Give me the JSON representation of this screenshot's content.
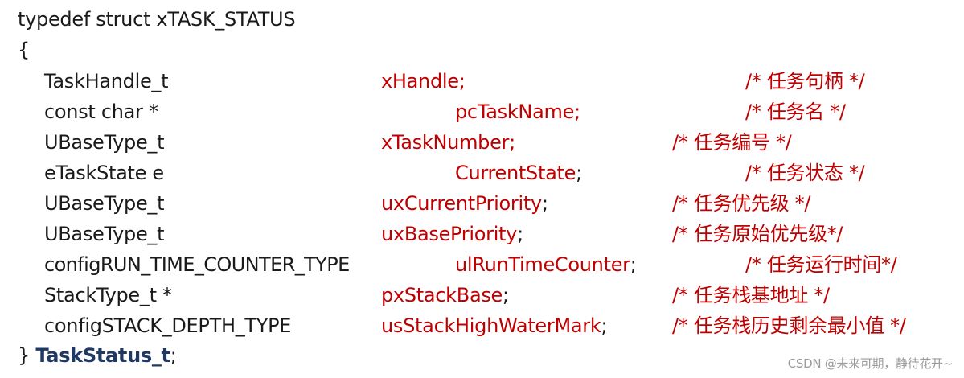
{
  "header_line": "typedef struct xTASK_STATUS",
  "open_brace": "{",
  "fields": [
    {
      "type": "TaskHandle_t",
      "name": "xHandle",
      "semi": ";",
      "comment": "/* 任务句柄 */"
    },
    {
      "type": "const char *",
      "name": "pcTaskName",
      "semi": ";",
      "comment": "/* 任务名 */"
    },
    {
      "type": "UBaseType_t",
      "name": "xTaskNumber",
      "semi": ";",
      "comment": "/* 任务编号 */"
    },
    {
      "type": "eTaskState e",
      "name": "CurrentState",
      "semi": ";",
      "comment": "/* 任务状态 */"
    },
    {
      "type": "UBaseType_t",
      "name": "uxCurrentPriority",
      "semi": ";",
      "comment": "/* 任务优先级 */"
    },
    {
      "type": "UBaseType_t",
      "name": "uxBasePriority",
      "semi": ";",
      "comment": "/* 任务原始优先级*/"
    },
    {
      "type": "configRUN_TIME_COUNTER_TYPE",
      "name": "ulRunTimeCounter",
      "semi": ";",
      "comment": "/* 任务运行时间*/"
    },
    {
      "type": "StackType_t *",
      "name": "pxStackBase",
      "semi": ";",
      "comment": "/* 任务栈基地址 */"
    },
    {
      "type": "configSTACK_DEPTH_TYPE",
      "name": "usStackHighWaterMark",
      "semi": ";",
      "comment": "/* 任务栈历史剩余最小值 */"
    }
  ],
  "closing": {
    "brace": "}",
    "typedef_name": "TaskStatus_t",
    "semi": ";"
  },
  "watermark": "CSDN @未来可期，静待花开~",
  "colors": {
    "identifier": "#c00000",
    "text": "#1a1a1a",
    "typedef_name": "#1f3864",
    "watermark": "#9a9a9a"
  }
}
